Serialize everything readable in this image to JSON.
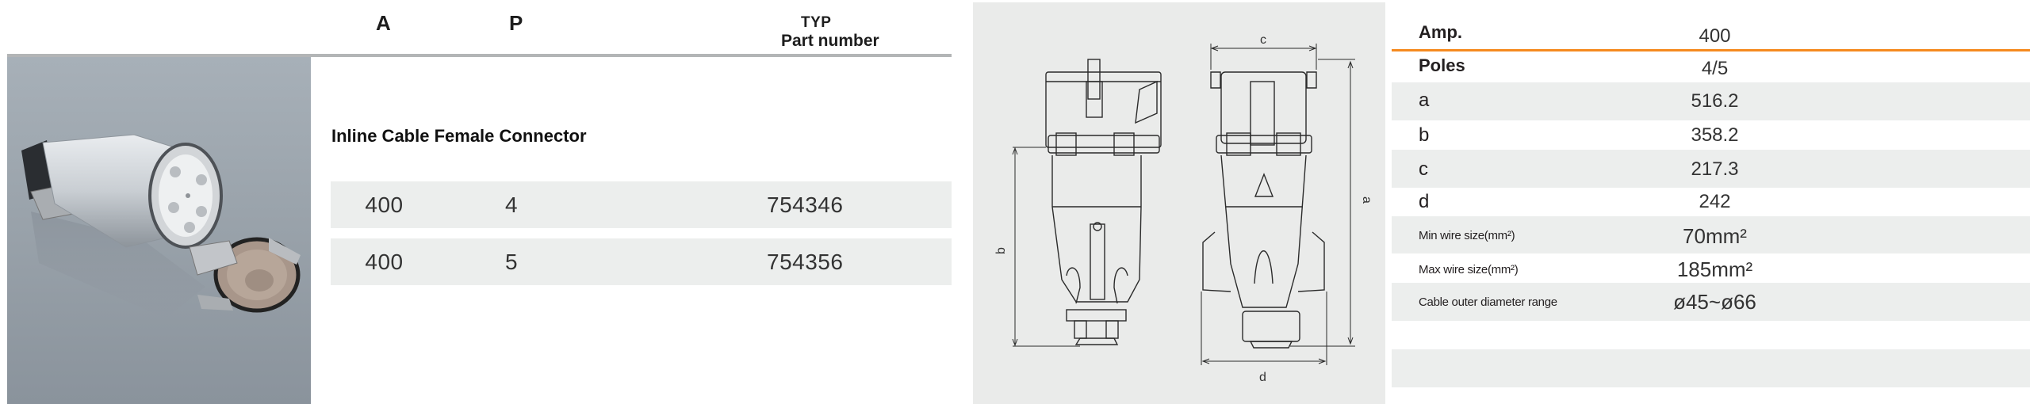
{
  "parts_table": {
    "headers": {
      "amps": "A",
      "poles": "P",
      "typ": "TYP",
      "part_number": "Part number"
    },
    "section_title": "Inline Cable Female Connector",
    "rows": [
      {
        "amps": "400",
        "poles": "4",
        "part_number": "754346"
      },
      {
        "amps": "400",
        "poles": "5",
        "part_number": "754356"
      }
    ]
  },
  "product_image": {
    "alt": "Inline cable female connector with open lid"
  },
  "drawing": {
    "dimension_labels": {
      "a": "a",
      "b": "b",
      "c": "c",
      "d": "d"
    }
  },
  "spec_table": {
    "rows": [
      {
        "label": "Amp.",
        "value": "400"
      },
      {
        "label": "Poles",
        "value": "4/5"
      },
      {
        "label": "a",
        "value": "516.2"
      },
      {
        "label": "b",
        "value": "358.2"
      },
      {
        "label": "c",
        "value": "217.3"
      },
      {
        "label": "d",
        "value": "242"
      },
      {
        "label": "Min wire size(mm²)",
        "value": "70mm²"
      },
      {
        "label": "Max wire size(mm²)",
        "value": "185mm²"
      },
      {
        "label": "Cable outer diameter range",
        "value": "ø45~ø66"
      },
      {
        "label": "",
        "value": ""
      },
      {
        "label": "",
        "value": ""
      }
    ]
  },
  "colors": {
    "accent_orange": "#f58a1f",
    "row_stripe": "#eceeed",
    "drawing_bg": "#eaebea",
    "header_rule": "#b3b5b6"
  }
}
